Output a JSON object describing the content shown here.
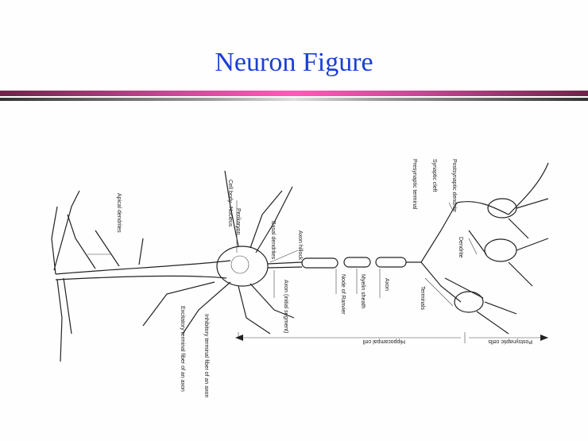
{
  "title": "Neuron Figure",
  "figure": {
    "labels": {
      "apical_dendrites": "Apical dendrites",
      "cell_body": "Cell body",
      "nucleus": "Nucleus",
      "perikaryon": "Perikaryon",
      "basal_dendrites": "Basal dendrites",
      "axon_hillock": "Axon hillock",
      "axon_initial_segment": "Axon (initial segment)",
      "node_of_ranvier": "Node of Ranvier",
      "myelin_sheath": "Myelin sheath",
      "axon": "Axon",
      "presynaptic_terminal": "Presynaptic terminal",
      "synaptic_cleft": "Synaptic cleft",
      "postsynaptic_dendrite": "Postsynaptic dendrite",
      "dendrite": "Dendrite",
      "terminals": "Terminals",
      "excitatory": "Excitatory terminal fiber of an axon",
      "inhibitory": "Inhibitory terminal fiber of an axon",
      "hippocampal_cell": "Hippocampal cell",
      "postsynaptic_cells": "Postsynaptic cells"
    }
  }
}
